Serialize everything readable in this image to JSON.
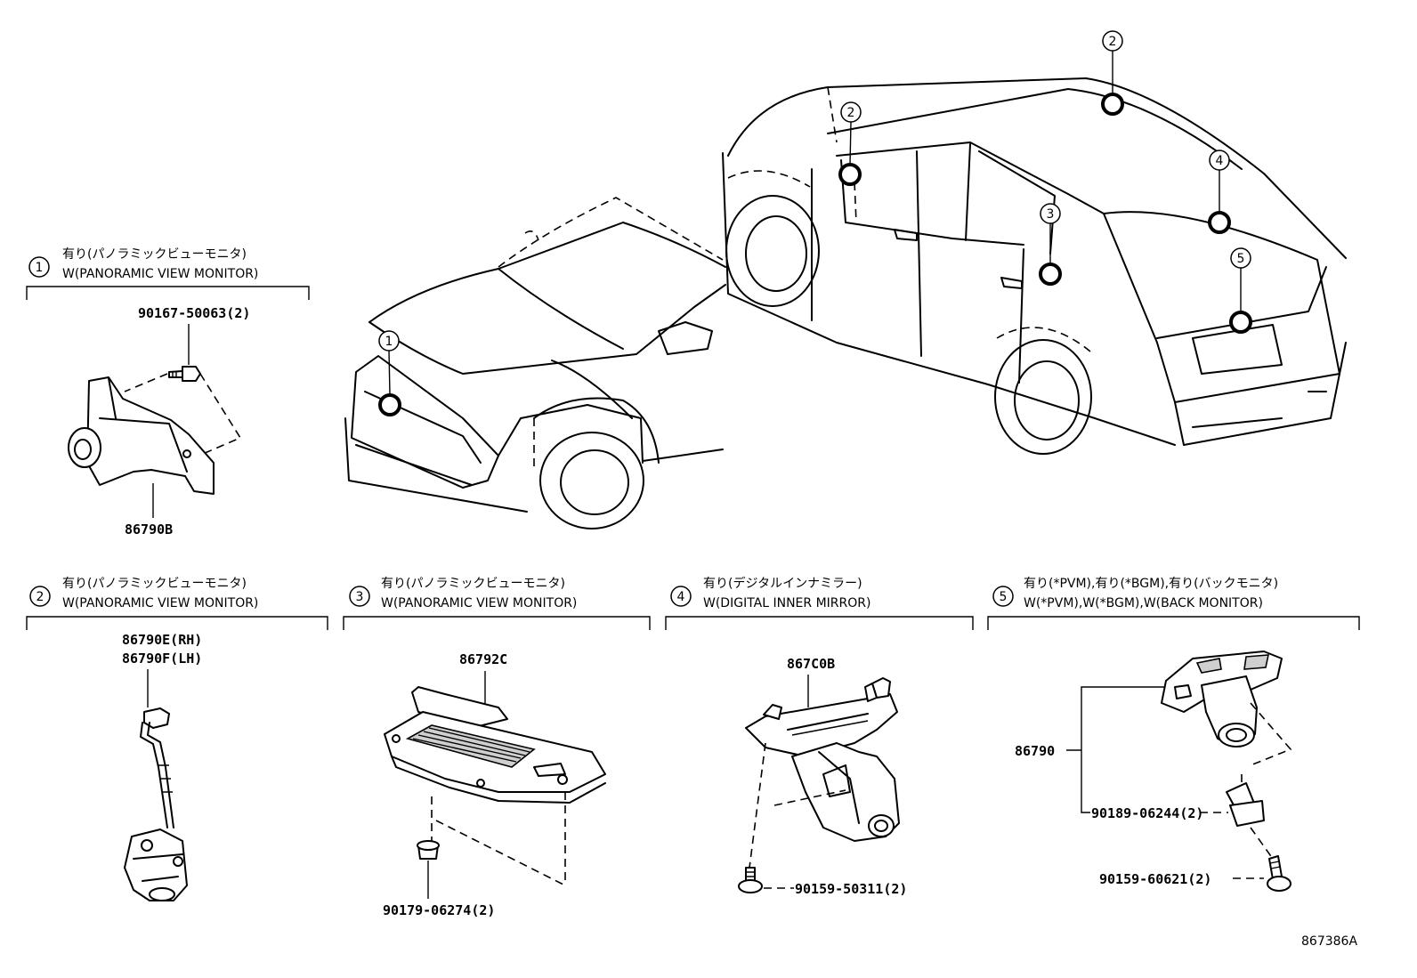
{
  "sections": [
    {
      "num": "1",
      "jp": "有り(パノラミックビューモニタ)",
      "en": "W(PANORAMIC VIEW MONITOR)",
      "parts": [
        "90167-50063(2)",
        "86790B"
      ]
    },
    {
      "num": "2",
      "jp": "有り(パノラミックビューモニタ)",
      "en": "W(PANORAMIC VIEW MONITOR)",
      "parts": [
        "86790E(RH)",
        "86790F(LH)"
      ]
    },
    {
      "num": "3",
      "jp": "有り(パノラミックビューモニタ)",
      "en": "W(PANORAMIC VIEW MONITOR)",
      "parts": [
        "86792C",
        "90179-06274(2)"
      ]
    },
    {
      "num": "4",
      "jp": "有り(デジタルインナミラー)",
      "en": "W(DIGITAL INNER MIRROR)",
      "parts": [
        "867C0B",
        "90159-50311(2)"
      ]
    },
    {
      "num": "5",
      "jp": "有り(*PVM),有り(*BGM),有り(バックモニタ)",
      "en": "W(*PVM),W(*BGM),W(BACK MONITOR)",
      "parts": [
        "86790",
        "90189-06244(2)",
        "90159-60621(2)"
      ]
    }
  ],
  "callouts": [
    "1",
    "2",
    "2",
    "3",
    "4",
    "5"
  ],
  "illustration_id": "867386A"
}
